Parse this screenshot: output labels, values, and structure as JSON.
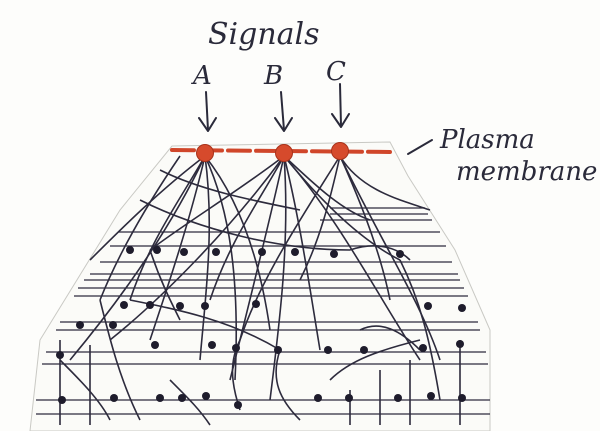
{
  "title": "Signals",
  "signals": [
    {
      "label": "A"
    },
    {
      "label": "B"
    },
    {
      "label": "C"
    }
  ],
  "membrane_label": {
    "line1": "Plasma",
    "line2": "membrane"
  },
  "colors": {
    "membrane": "#d0462a",
    "receptor": "#d64a2c",
    "wiring": "#2d2b3d",
    "ink": "#2a2a3a",
    "background": "#fdfdfb"
  }
}
